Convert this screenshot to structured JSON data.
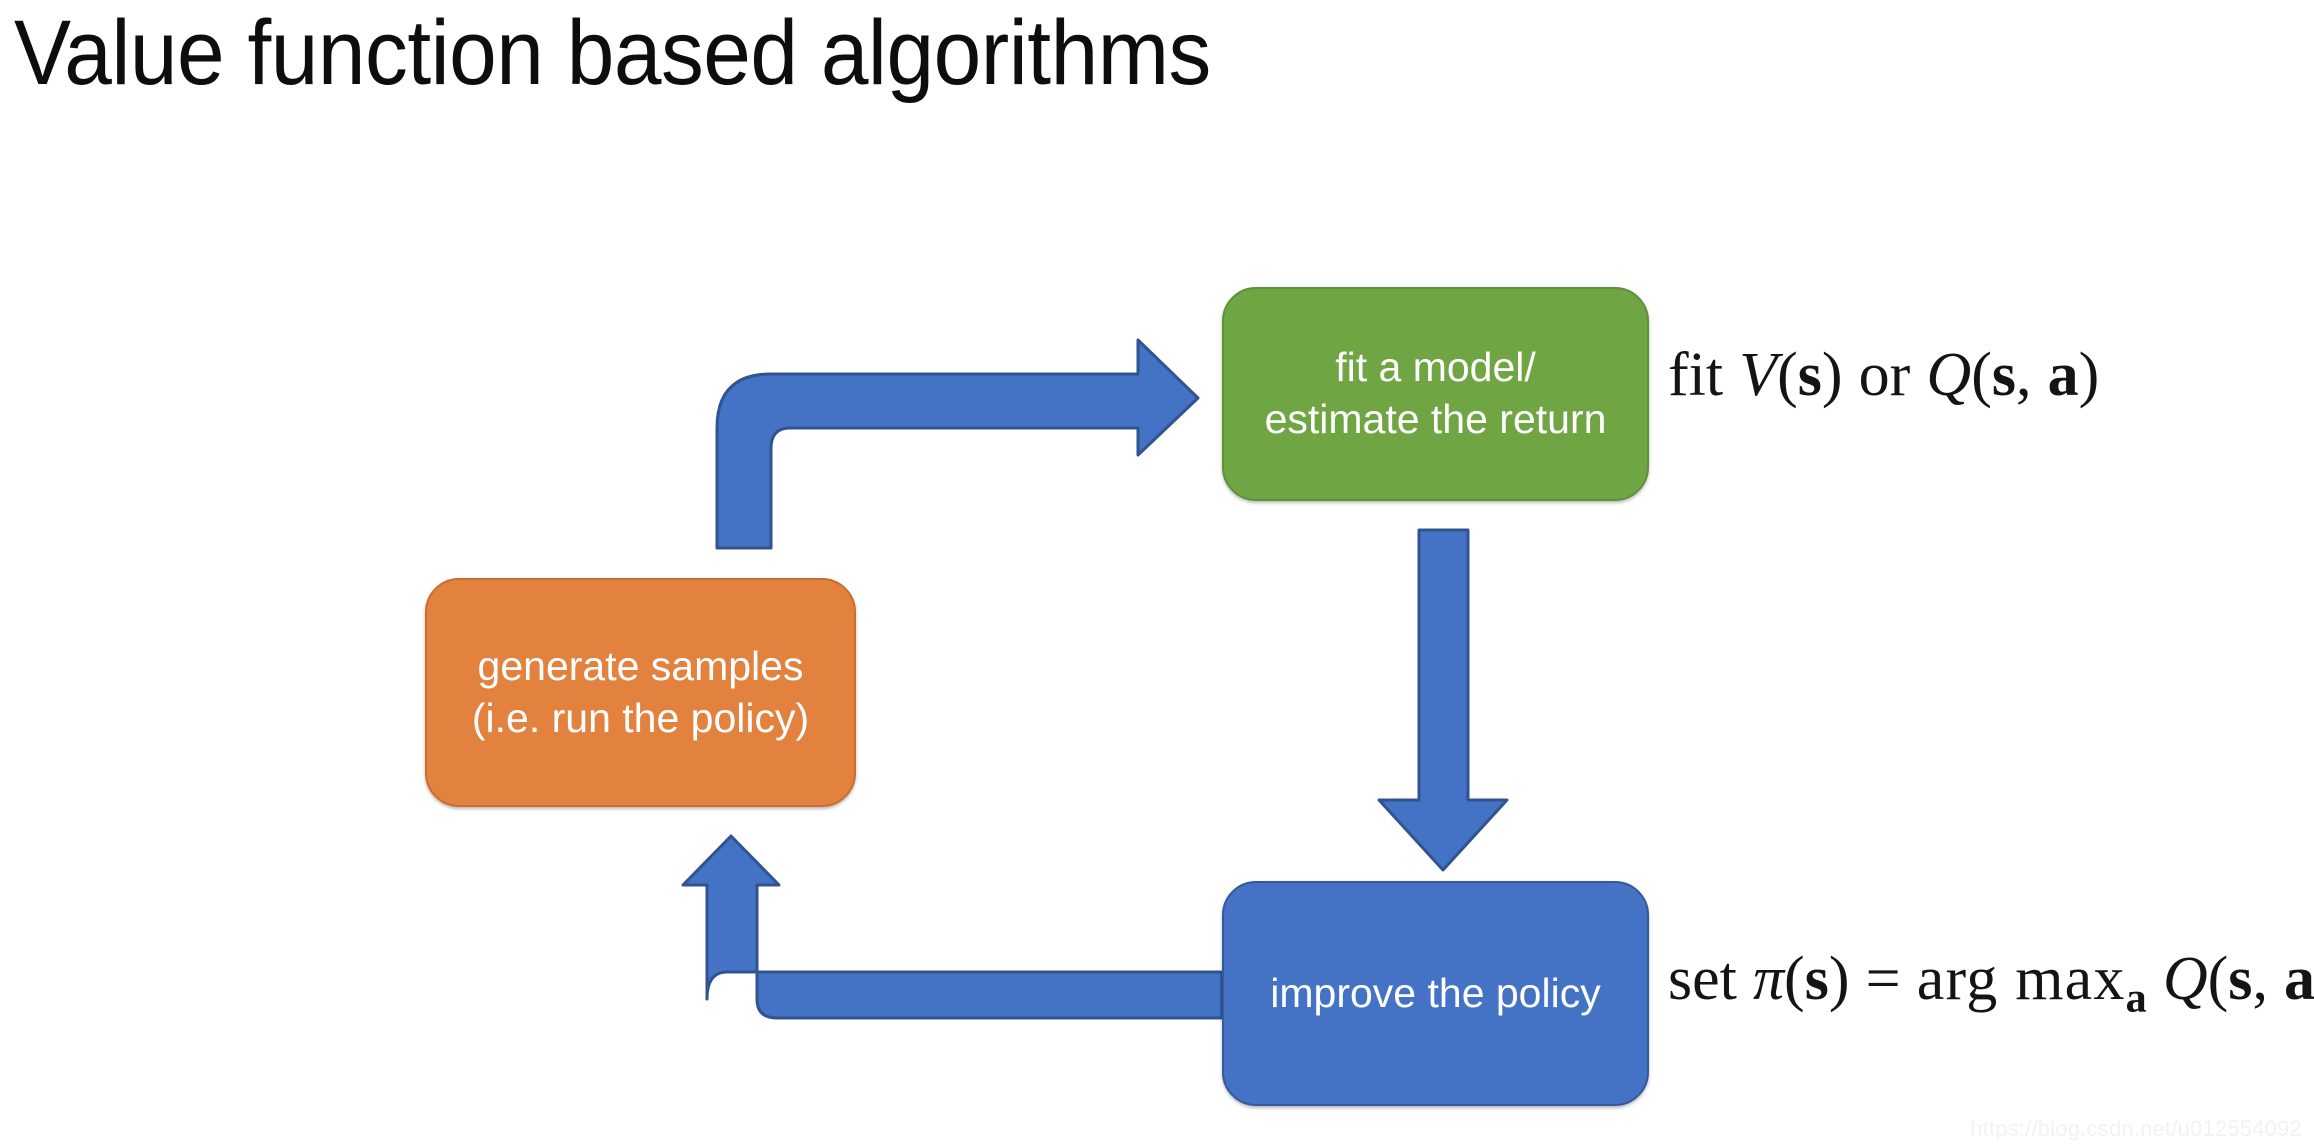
{
  "slide": {
    "title": "Value function based algorithms",
    "background_color": "#FFFFFF"
  },
  "colors": {
    "green_box": "#6FA643",
    "orange_box": "#E2823E",
    "blue_box": "#4472C4",
    "arrow": "#4472C4",
    "arrow_outline": "#31538F",
    "box_text": "#FFFFFF",
    "title_text": "#0D0D0D",
    "math_text": "#141414",
    "watermark_text": "#F2F2F2"
  },
  "diagram": {
    "boxes": [
      {
        "id": "fit-model",
        "line1": "fit a model/",
        "line2": "estimate the return",
        "color": "#6FA643"
      },
      {
        "id": "generate-samples",
        "line1": "generate samples",
        "line2": "(i.e. run the policy)",
        "color": "#E2823E"
      },
      {
        "id": "improve-policy",
        "line1": "improve the policy",
        "line2": "",
        "color": "#4472C4"
      }
    ],
    "arrows": [
      {
        "id": "samples-to-fit",
        "from": "generate-samples",
        "to": "fit-model",
        "shape": "elbow-up-then-right",
        "direction": "right"
      },
      {
        "id": "fit-to-improve",
        "from": "fit-model",
        "to": "improve-policy",
        "shape": "straight",
        "direction": "down"
      },
      {
        "id": "improve-to-samples",
        "from": "improve-policy",
        "to": "generate-samples",
        "shape": "elbow-left-then-up",
        "direction": "up"
      }
    ]
  },
  "annotations": {
    "fit_value": {
      "lead": "fit",
      "func1": "V",
      "arg1": "s",
      "connector": "or",
      "func2": "Q",
      "arg2a": "s",
      "arg2b": "a",
      "plain": "fit V(s) or Q(s, a)"
    },
    "set_policy": {
      "lead": "set",
      "pi": "π",
      "arg_pi": "s",
      "equals": "=",
      "argmax": "arg max",
      "argmax_sub": "a",
      "func": "Q",
      "arg_a": "s",
      "arg_b": "a",
      "plain": "set π(s) = arg max_a Q(s, a)"
    }
  },
  "watermark": {
    "text": "https://blog.csdn.net/u012554092"
  }
}
